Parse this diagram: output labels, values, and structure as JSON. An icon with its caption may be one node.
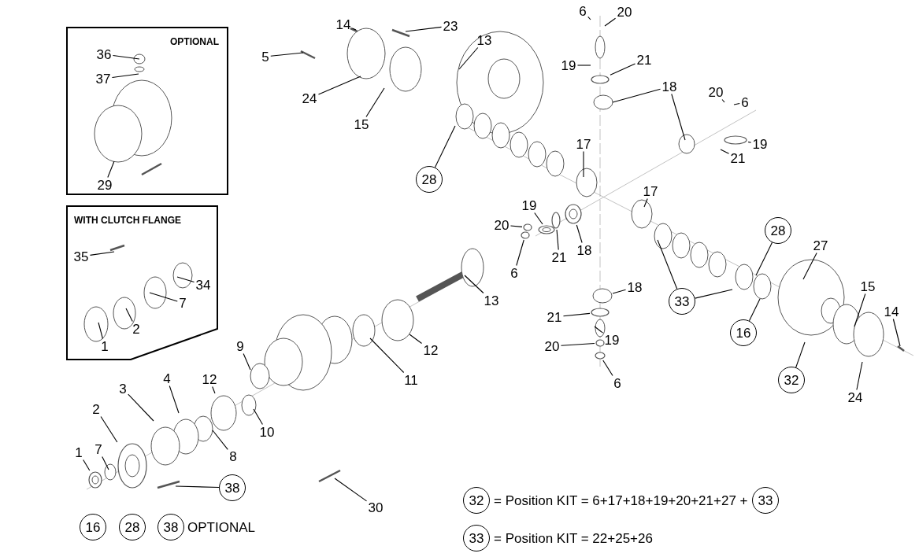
{
  "diagram": {
    "nodes": [
      {
        "text": [
          "OPTIONAL"
        ]
      },
      {
        "text": [
          "36"
        ],
        "in": 0
      },
      {
        "text": [
          "37"
        ],
        "in": 0
      },
      {
        "text": [
          "29"
        ],
        "in": 0
      },
      {
        "text": [
          "WITH CLUTCH FLANGE"
        ]
      },
      {
        "text": [
          "35"
        ],
        "in": 4
      },
      {
        "text": [
          "34"
        ],
        "in": 4
      },
      {
        "text": [
          "7"
        ],
        "in": 4
      },
      {
        "text": [
          "2"
        ],
        "in": 4
      },
      {
        "text": [
          "1"
        ],
        "in": 4
      },
      {
        "text": [
          "14"
        ]
      },
      {
        "text": [
          "23"
        ]
      },
      {
        "text": [
          "5"
        ]
      },
      {
        "text": [
          "13"
        ]
      },
      {
        "text": [
          "6"
        ]
      },
      {
        "text": [
          "20"
        ]
      },
      {
        "text": [
          "19"
        ]
      },
      {
        "text": [
          "21"
        ]
      },
      {
        "text": [
          "18"
        ]
      },
      {
        "text": [
          "20"
        ]
      },
      {
        "text": [
          "6"
        ]
      },
      {
        "text": [
          "24"
        ]
      },
      {
        "text": [
          "15"
        ]
      },
      {
        "text": [
          "19"
        ]
      },
      {
        "text": [
          "17"
        ]
      },
      {
        "text": [
          "21"
        ]
      },
      {
        "text": [
          "28"
        ]
      },
      {
        "text": [
          "17"
        ]
      },
      {
        "text": [
          "20"
        ]
      },
      {
        "text": [
          "19"
        ]
      },
      {
        "text": [
          "28"
        ]
      },
      {
        "text": [
          "27"
        ]
      },
      {
        "text": [
          "18"
        ]
      },
      {
        "text": [
          "21"
        ]
      },
      {
        "text": [
          "6"
        ]
      },
      {
        "text": [
          "18"
        ]
      },
      {
        "text": [
          "15"
        ]
      },
      {
        "text": [
          "13"
        ]
      },
      {
        "text": [
          "33"
        ]
      },
      {
        "text": [
          "14"
        ]
      },
      {
        "text": [
          "21"
        ]
      },
      {
        "text": [
          "16"
        ]
      },
      {
        "text": [
          "19"
        ]
      },
      {
        "text": [
          "9"
        ]
      },
      {
        "text": [
          "20"
        ]
      },
      {
        "text": [
          "12"
        ]
      },
      {
        "text": [
          "12"
        ]
      },
      {
        "text": [
          "4"
        ]
      },
      {
        "text": [
          "11"
        ]
      },
      {
        "text": [
          "32"
        ]
      },
      {
        "text": [
          "6"
        ]
      },
      {
        "text": [
          "3"
        ]
      },
      {
        "text": [
          "24"
        ]
      },
      {
        "text": [
          "2"
        ]
      },
      {
        "text": [
          "10"
        ]
      },
      {
        "text": [
          "7"
        ]
      },
      {
        "text": [
          "1"
        ]
      },
      {
        "text": [
          "8"
        ]
      },
      {
        "text": [
          "38"
        ]
      },
      {
        "text": [
          "30"
        ]
      },
      {
        "text": [
          "32"
        ]
      },
      {
        "text": [
          "33"
        ]
      },
      {
        "text": [
          "33"
        ]
      },
      {
        "text": [
          "16"
        ]
      },
      {
        "text": [
          "28"
        ]
      },
      {
        "text": [
          "38"
        ]
      },
      {
        "text": [],
        "shape": "circle"
      },
      {
        "text": [],
        "shape": "circle"
      },
      {
        "text": [],
        "shape": "circle"
      },
      {
        "text": [],
        "shape": "circle"
      },
      {
        "text": [],
        "shape": "circle"
      },
      {
        "text": [],
        "shape": "circle"
      },
      {
        "text": [],
        "shape": "circle"
      },
      {
        "text": [],
        "shape": "circle"
      },
      {
        "text": [],
        "shape": "picture"
      },
      {
        "text": [],
        "shape": "picture"
      },
      {
        "text": [],
        "shape": "picture"
      },
      {
        "text": [],
        "shape": "picture"
      }
    ],
    "edges": [
      {
        "from": 1,
        "to": null,
        "arrow": "none"
      },
      {
        "from": 2,
        "to": null,
        "arrow": "none"
      },
      {
        "from": 3,
        "to": null,
        "arrow": "none"
      },
      {
        "from": 5,
        "to": null,
        "arrow": "none"
      },
      {
        "from": 6,
        "to": null,
        "arrow": "none"
      },
      {
        "from": 7,
        "to": null,
        "arrow": "none"
      },
      {
        "from": 8,
        "to": null,
        "arrow": "none"
      },
      {
        "from": 9,
        "to": null,
        "arrow": "none"
      },
      {
        "from": 10,
        "to": null,
        "arrow": "none"
      },
      {
        "from": 11,
        "to": null,
        "arrow": "none"
      },
      {
        "from": 12,
        "to": null,
        "arrow": "none"
      },
      {
        "from": 13,
        "to": null,
        "arrow": "none"
      },
      {
        "from": 14,
        "to": null,
        "arrow": "none"
      },
      {
        "from": 15,
        "to": null,
        "arrow": "none"
      },
      {
        "from": 16,
        "to": null,
        "arrow": "none"
      },
      {
        "from": 17,
        "to": 66,
        "arrow": "none"
      },
      {
        "from": 18,
        "to": null,
        "arrow": "none"
      },
      {
        "from": 18,
        "to": null,
        "arrow": "none"
      },
      {
        "from": 19,
        "to": null,
        "arrow": "none"
      },
      {
        "from": 20,
        "to": null,
        "arrow": "none"
      },
      {
        "from": 21,
        "to": null,
        "arrow": "none"
      },
      {
        "from": 22,
        "to": null,
        "arrow": "none"
      },
      {
        "from": 23,
        "to": 67,
        "arrow": "none"
      },
      {
        "from": 24,
        "to": null,
        "arrow": "none"
      },
      {
        "from": 25,
        "to": null,
        "arrow": "none"
      },
      {
        "from": 26,
        "to": null,
        "arrow": "none"
      },
      {
        "from": 27,
        "to": null,
        "arrow": "none"
      },
      {
        "from": 28,
        "to": 68,
        "arrow": "none"
      },
      {
        "from": 29,
        "to": 76,
        "arrow": "none"
      },
      {
        "from": 30,
        "to": null,
        "arrow": "none"
      },
      {
        "from": 31,
        "to": null,
        "arrow": "none"
      },
      {
        "from": 32,
        "to": 77,
        "arrow": "none"
      },
      {
        "from": 33,
        "to": 69,
        "arrow": "none"
      },
      {
        "from": 34,
        "to": 70,
        "arrow": "none"
      },
      {
        "from": 35,
        "to": null,
        "arrow": "none"
      },
      {
        "from": 36,
        "to": null,
        "arrow": "none"
      },
      {
        "from": 37,
        "to": null,
        "arrow": "none"
      },
      {
        "from": 38,
        "to": null,
        "arrow": "none"
      },
      {
        "from": 38,
        "to": null,
        "arrow": "none"
      },
      {
        "from": 39,
        "to": null,
        "arrow": "none"
      },
      {
        "from": 40,
        "to": 71,
        "arrow": "none"
      },
      {
        "from": 41,
        "to": null,
        "arrow": "none"
      },
      {
        "from": 42,
        "to": null,
        "arrow": "none"
      },
      {
        "from": 43,
        "to": null,
        "arrow": "none"
      },
      {
        "from": 44,
        "to": 72,
        "arrow": "none"
      },
      {
        "from": 45,
        "to": null,
        "arrow": "none"
      },
      {
        "from": 46,
        "to": null,
        "arrow": "none"
      },
      {
        "from": 47,
        "to": null,
        "arrow": "none"
      },
      {
        "from": 48,
        "to": null,
        "arrow": "none"
      },
      {
        "from": 49,
        "to": null,
        "arrow": "none"
      },
      {
        "from": 50,
        "to": 73,
        "arrow": "none"
      },
      {
        "from": 51,
        "to": null,
        "arrow": "none"
      },
      {
        "from": 52,
        "to": null,
        "arrow": "none"
      },
      {
        "from": 53,
        "to": 74,
        "arrow": "none"
      },
      {
        "from": 54,
        "to": null,
        "arrow": "none"
      },
      {
        "from": 55,
        "to": null,
        "arrow": "none"
      },
      {
        "from": 56,
        "to": 75,
        "arrow": "none"
      },
      {
        "from": 57,
        "to": null,
        "arrow": "none"
      },
      {
        "from": 58,
        "to": null,
        "arrow": "none"
      },
      {
        "from": 59,
        "to": null,
        "arrow": "none"
      }
    ],
    "labels": [
      "OPTIONAL",
      "= Position KIT = 6+17+18+19+20+21+27 +",
      "= Position KIT = 22+25+26"
    ]
  }
}
